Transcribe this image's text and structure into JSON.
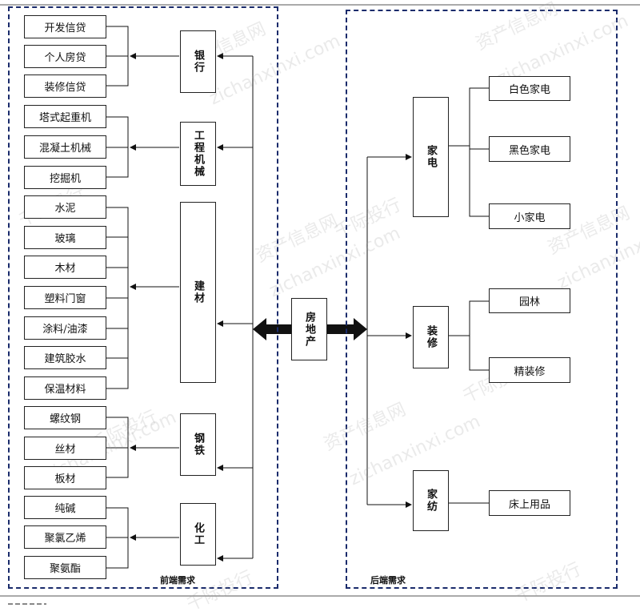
{
  "front": {
    "caption": "前端需求",
    "groups": [
      {
        "name": "银行",
        "items": [
          "开发信贷",
          "个人房贷",
          "装修信贷"
        ]
      },
      {
        "name": "工程机械",
        "items": [
          "塔式起重机",
          "混凝土机械",
          "挖掘机"
        ]
      },
      {
        "name": "建材",
        "items": [
          "水泥",
          "玻璃",
          "木材",
          "塑料门窗",
          "涂料/油漆",
          "建筑胶水",
          "保温材料"
        ]
      },
      {
        "name": "钢铁",
        "items": [
          "螺纹钢",
          "丝材",
          "板材"
        ]
      },
      {
        "name": "化工",
        "items": [
          "纯碱",
          "聚氯乙烯",
          "聚氨酯"
        ]
      }
    ]
  },
  "center": {
    "label": "房地产"
  },
  "back": {
    "caption": "后端需求",
    "groups": [
      {
        "name": "家电",
        "items": [
          "白色家电",
          "黑色家电",
          "小家电"
        ]
      },
      {
        "name": "装修",
        "items": [
          "园林",
          "精装修"
        ]
      },
      {
        "name": "家纺",
        "items": [
          "床上用品"
        ]
      }
    ]
  },
  "watermarks": [
    "资产信息网",
    "zichanxinxi.com",
    "千际投行"
  ]
}
